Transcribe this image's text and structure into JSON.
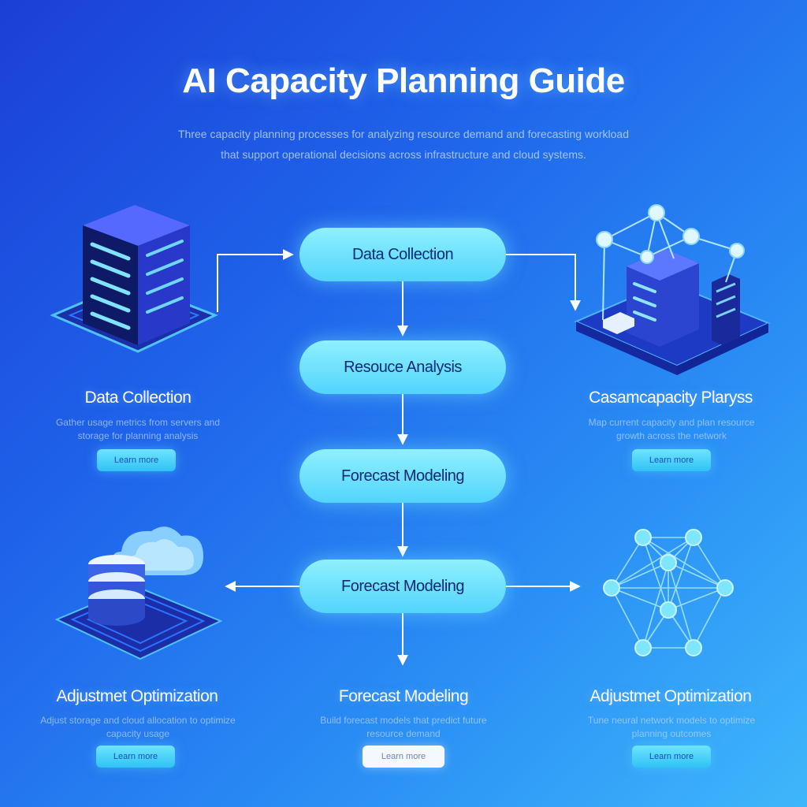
{
  "title": "AI Capacity Planning Guide",
  "subtitle_lines": [
    "Three capacity planning processes for analyzing resource demand and forecasting workload",
    "that support operational decisions across infrastructure and cloud systems."
  ],
  "flow_steps": [
    "Data Collection",
    "Resouce Analysis",
    "Forecast Modeling",
    "Forecast Modeling"
  ],
  "cards": [
    {
      "title": "Data Collection",
      "desc": "Gather usage metrics from servers and storage for planning analysis",
      "button": "Learn more",
      "icon": "server-rack-icon"
    },
    {
      "title": "Casamcapacity Plaryss",
      "desc": "Map current capacity and plan resource growth across the network",
      "button": "Learn more",
      "icon": "network-servers-icon"
    },
    {
      "title": "Adjustmet Optimization",
      "desc": "Adjust storage and cloud allocation to optimize capacity usage",
      "button": "Learn more",
      "icon": "database-cloud-icon"
    },
    {
      "title": "Forecast Modeling",
      "desc": "Build forecast models that predict future resource demand",
      "button": "Learn more",
      "icon": ""
    },
    {
      "title": "Adjustmet Optimization",
      "desc": "Tune neural network models to optimize planning outcomes",
      "button": "Learn more",
      "icon": "neural-network-icon"
    }
  ],
  "colors": {
    "background_start": "#1b3fd6",
    "background_end": "#3fb7fb",
    "pill": "#6fe3ff",
    "pill_text": "#0d2a78",
    "accent": "#5cdcff"
  }
}
